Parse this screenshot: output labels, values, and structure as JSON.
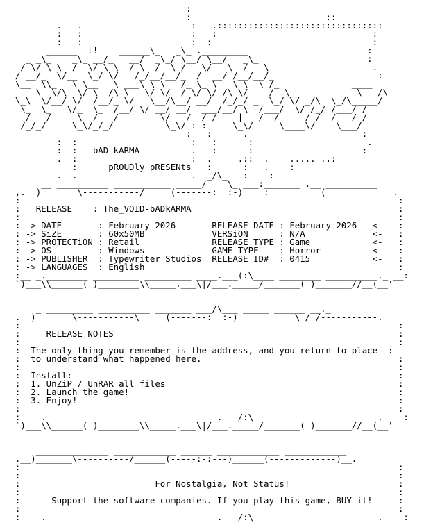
{
  "nfo": {
    "lines": [
      "                                   :",
      "                                   :                          ::",
      "          .   .                     :   .::::::::::::::::::::::::::::::::",
      "          :   :                     :   :                              :",
      "          :   :                ____ :  :                               :",
      "        ______  t!    ______\\_   _\\_ ._________                       :",
      "    _ _\\_    _\\_ __/_   __/  _\\_/ \\__/ \\__/   _\\_                     :",
      "   / \\/ \\ \\  /  \\/ \\ \\  / \\  /  \\ /   \\/   \\  /   \\                    .",
      "  / __/_  \\/__  \\_/ \\/   /_/__/__/_  /  __/ /__/__/_                    :",
      "  \\__  \\\\_   \\ \\__   \\ ___\\ \\ \\   /_ \\_ \\   \\ \\  \\ /_              ____",
      "      \\  \\/\\  \\/ \\  /\\ \\_  \\/ \\/ _/ \\/ \\/ /\\ \\/_   /  \\     ___ ____\\___/\\_",
      "  \\_\\  \\/__/ \\/  /__/_ \\/   \\__/\\__/ __/  /_/_/ _  \\_/ \\/ _/\\  \\_/\\_____/",
      "   \\_  \\_   \\/_  \\_  /__/ \\/ __/ __/  ___/__/ \\  /___/  \\/ /_/ /___/ /",
      "    / __/_____\\  / __/________\\/ __/__/_/____|_  /__/_____/ /__/___/ /",
      "   /_/_/     \\_\\/_/_/          \\_\\/ : :     \\_\\/     \\____\\/    \\___/",
      "                                   :   :      .                      :",
      "          :  :                      :   :      :                      .",
      "          :  :   bAD kARMA          .   :      :                     :",
      "          .  :                      :  .     .::  .    ..... ..:",
      "             :      pROUDly pRESENts   :      :   .    :",
      "          .  .                      .  _/\\_   :    :",
      "       __ __________ ___________ _____/    \\_ ___:_______ .__ __________",
      "  ,.__)_______\\-----------/_____(-------:__:-)____:__________(_____________.",
      "  :                                                                         :",
      "  :   RELEASE    : The_VOID-bADkARMA                                        :",
      "  :                                                                         :",
      "  : -> DATE       : February 2026       RELEASE DATE : February 2026   <-   :",
      "  : -> SiZE       : 60x50MB             VERSiON      : N/A             <-   :",
      "  : -> PROTECTiON : Retail              RELEASE TYPE : Game            <-   :",
      "  : -> OS         : Windows             GAME TYPE    : Horror          <-   :",
      "  : -> PUBLISHER  : Typewriter Studios  RELEASE ID#  : 0415            <-   :",
      "  : -> LANGUAGES  : English                                                 :",
      "  :__ _.________ _________ _________ ____.___(:\\____ ________ __________._ __:",
      "  `)___\\\\______( )________\\\\_____.___\\|/___._____/_______( )_______//__(__'",
      "",
      "",
      "      _ _________ __________ _______ ___/\\___ _____ ______ __._",
      "  .__)_______\\-----------\\_____(-------:__:-)___________\\_/_/-----------.",
      "  :                                                                         :",
      "  :     RELEASE NOTES                                                       :",
      "  :                                                                         :",
      "  :  The only thing you remember is the address, and you return to place  :",
      "  :  to understand what happened here.                                      :",
      "  :                                                                         :",
      "  :  Install:                                                               :",
      "  :  1. UnZiP / UnRAR all files                                             :",
      "  :  2. Launch the game!                                                    :",
      "  :  3. Enjoy!                                                              :",
      "  :                                                                         :",
      "  :__ _.________ _________ _________ ____.___/:\\____ ________ __________._ __:",
      "  `)___\\\\______( )________\\\\_____.___\\|/___._____/_______( )_______//__(__'",
      "",
      "",
      "      ______________ ____________ ______ ____________ ____________",
      "  .__)_______\\----------/______(-----:-:---)______(-------------)__.",
      "  :                                                                         :",
      "  :                                                                         :",
      "  :                          For Nostalgia, Not Status!                     :",
      "  :                                                                         :",
      "  :      Support the software companies. If you play this game, BUY it!     :",
      "  :                                                                         :",
      "  :__ _.________ _________ _________ ____.___/:\\____ ________ __________._ __:",
      "  `)___//______\\\\_____.__\\________(________________)___.____//______\\\\__'"
    ]
  }
}
